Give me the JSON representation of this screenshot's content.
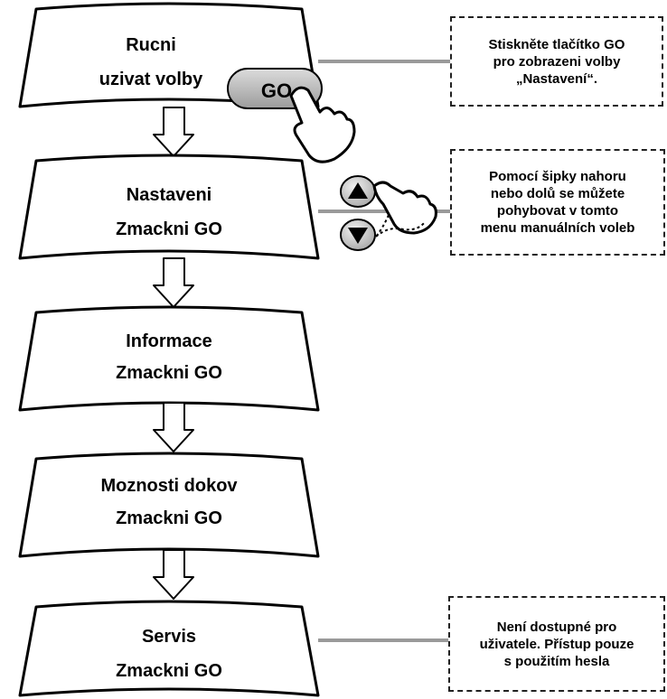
{
  "steps": [
    {
      "line1": "Rucni",
      "line2": "uzivat volby"
    },
    {
      "line1": "Nastaveni",
      "line2": "Zmackni GO"
    },
    {
      "line1": "Informace",
      "line2": "Zmackni GO"
    },
    {
      "line1": "Moznosti dokov",
      "line2": "Zmackni GO"
    },
    {
      "line1": "Servis",
      "line2": "Zmackni GO"
    }
  ],
  "go_button": {
    "label": "GO"
  },
  "notes": [
    {
      "lines": [
        "Stiskněte tlačítko GO",
        "pro zobrazeni volby",
        "„Nastavení“."
      ]
    },
    {
      "lines": [
        "Pomocí šipky nahoru",
        "nebo dolů se můžete",
        "pohybovat v tomto",
        "menu manuálních voleb"
      ]
    },
    {
      "lines": [
        "Není dostupné pro",
        "uživatele. Přístup pouze",
        "s použitím hesla"
      ]
    }
  ],
  "colors": {
    "connector": "#9a9a9a",
    "go_button_fill": "#b4b4b4",
    "outline": "#000000"
  }
}
